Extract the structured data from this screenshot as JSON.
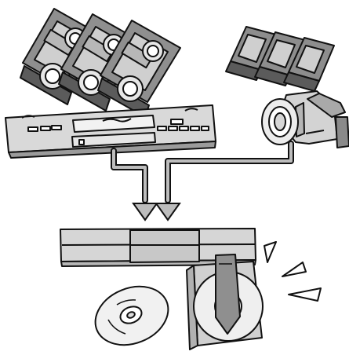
{
  "illustration": {
    "style": "monochrome line art",
    "colors": {
      "background": "#ffffff",
      "ink": "#111111",
      "body_gray": "#cfcfcf",
      "body_gray_dark": "#8d8d8d",
      "label_gray": "#b7b7b7",
      "reel_gray": "#e7e7e7",
      "disc_gray": "#efefef"
    },
    "objects": [
      {
        "name": "vhs-tape",
        "count": 3
      },
      {
        "name": "mini-dv-tape",
        "count": 3
      },
      {
        "name": "vcr-deck",
        "count": 1
      },
      {
        "name": "camcorder",
        "count": 1
      },
      {
        "name": "signal-cable",
        "count": 2
      },
      {
        "name": "down-arrow",
        "count": 2
      },
      {
        "name": "dvd-recorder",
        "count": 1
      },
      {
        "name": "cd-disc",
        "count": 1
      },
      {
        "name": "disc-in-case",
        "count": 1
      },
      {
        "name": "sparkle-accent",
        "count": 3
      }
    ]
  }
}
